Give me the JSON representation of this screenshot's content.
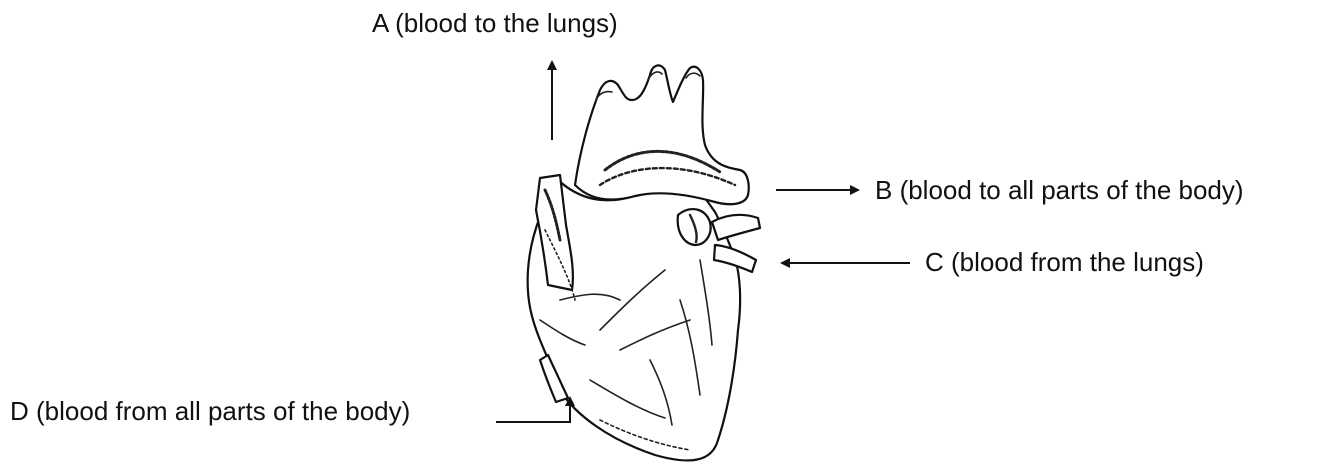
{
  "labels": {
    "a": "A (blood to the lungs)",
    "b": "B (blood to all parts of the body)",
    "c": "C (blood from the lungs)",
    "d": "D (blood from all parts of the body)"
  },
  "colors": {
    "ink": "#111111",
    "background": "#ffffff"
  }
}
